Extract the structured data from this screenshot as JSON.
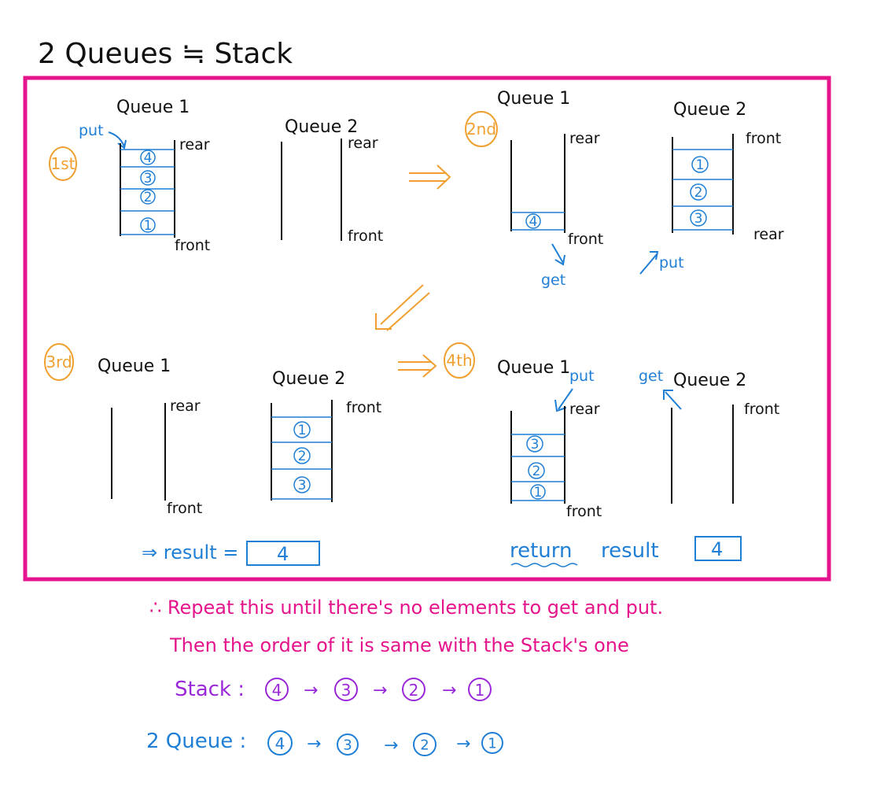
{
  "title": "2 Queues ≒ Stack",
  "colors": {
    "frame": "#e6148c",
    "step": "#f0a030",
    "note_blue": "#1f7fd6",
    "note_pink": "#e6148c",
    "note_purple": "#9a28d8"
  },
  "labels": {
    "queue1": "Queue 1",
    "queue2": "Queue 2",
    "rear": "rear",
    "front": "front",
    "put": "put",
    "get": "get"
  },
  "steps": [
    "1st",
    "2nd",
    "3rd",
    "4th"
  ],
  "panel1": {
    "queue1_items": [
      "4",
      "3",
      "2",
      "1"
    ],
    "queue2_items": []
  },
  "panel2": {
    "queue1_items": [
      "4"
    ],
    "queue2_items": [
      "1",
      "2",
      "3"
    ]
  },
  "panel3": {
    "queue1_items": [],
    "queue2_items": [
      "1",
      "2",
      "3"
    ]
  },
  "panel4": {
    "queue1_items": [
      "3",
      "2",
      "1"
    ],
    "queue2_items": []
  },
  "result_line": {
    "prefix": "⇒ result =",
    "value": "4"
  },
  "return_line": {
    "keyword": "return",
    "text": "result",
    "value": "4"
  },
  "notes": {
    "line1": "∴ Repeat this until there's no elements to get and put.",
    "line2": "Then the order of it is same with the Stack's one",
    "stack_label": "Stack :",
    "stack_order": [
      "4",
      "3",
      "2",
      "1"
    ],
    "queue_label": "2 Queue :",
    "queue_order": [
      "4",
      "3",
      "2",
      "1"
    ]
  }
}
